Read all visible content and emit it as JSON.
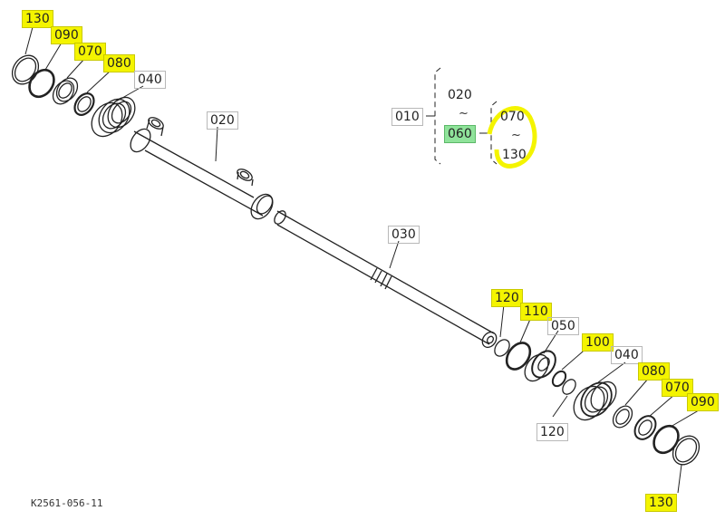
{
  "diagram": {
    "reference_code": "K2561-056-11",
    "callouts": [
      {
        "id": "c130a",
        "text": "130",
        "highlight": "yellow"
      },
      {
        "id": "c090a",
        "text": "090",
        "highlight": "yellow"
      },
      {
        "id": "c070a",
        "text": "070",
        "highlight": "yellow"
      },
      {
        "id": "c080a",
        "text": "080",
        "highlight": "yellow"
      },
      {
        "id": "c040a",
        "text": "040",
        "highlight": "none"
      },
      {
        "id": "c020",
        "text": "020",
        "highlight": "none"
      },
      {
        "id": "c030",
        "text": "030",
        "highlight": "none"
      },
      {
        "id": "c120a",
        "text": "120",
        "highlight": "yellow"
      },
      {
        "id": "c110",
        "text": "110",
        "highlight": "yellow"
      },
      {
        "id": "c050",
        "text": "050",
        "highlight": "none"
      },
      {
        "id": "c100",
        "text": "100",
        "highlight": "yellow"
      },
      {
        "id": "c040b",
        "text": "040",
        "highlight": "none"
      },
      {
        "id": "c080b",
        "text": "080",
        "highlight": "yellow"
      },
      {
        "id": "c070b",
        "text": "070",
        "highlight": "yellow"
      },
      {
        "id": "c090b",
        "text": "090",
        "highlight": "yellow"
      },
      {
        "id": "c120b",
        "text": "120",
        "highlight": "none"
      },
      {
        "id": "c130b",
        "text": "130",
        "highlight": "yellow"
      }
    ],
    "assembly_legend": {
      "parent": "010",
      "range_start": "020",
      "range_end": "060",
      "range_end_highlight": "green",
      "sub_range_start": "070",
      "sub_range_end": "130",
      "range_symbol": "~"
    },
    "colors": {
      "highlight_yellow": "#f4f400",
      "highlight_green": "#8fe39a",
      "ink": "#222222"
    }
  }
}
